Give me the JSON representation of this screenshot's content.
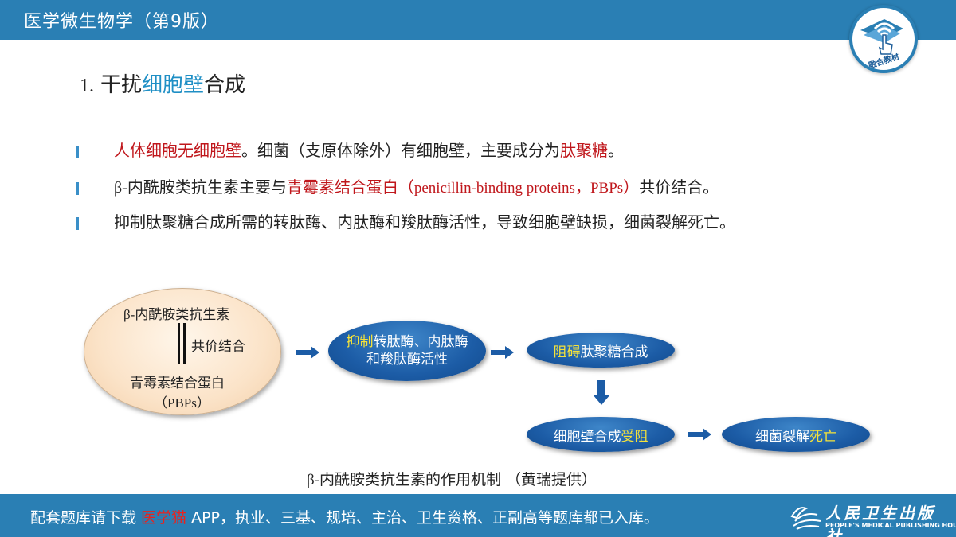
{
  "header": {
    "title": "医学微生物学（第9版）",
    "badge_label": "融合教材"
  },
  "section": {
    "number": "1.",
    "title_prefix": "干扰",
    "title_highlight": "细胞壁",
    "title_suffix": "合成"
  },
  "bullets": [
    {
      "part1_red": "人体细胞无细胞壁",
      "part2": "。细菌（支原体除外）有细胞壁，主要成分为",
      "part3_red": "肽聚糖",
      "part4": "。"
    },
    {
      "beta": "β-",
      "part1": "内酰胺类抗生素主要与",
      "part2_red": "青霉素结合蛋白（",
      "part3_red_serif": "penicillin-binding proteins，PBPs",
      "part4_red": "）",
      "part5": "共价结合。"
    },
    {
      "text": "抑制肽聚糖合成所需的转肽酶、内肽酶和羧肽酶活性，导致细胞壁缺损，细菌裂解死亡。"
    }
  ],
  "diagram": {
    "main_top_beta": "β-",
    "main_top": "内酰胺类抗生素",
    "main_bond": "共价结合",
    "main_bottom": "青霉素结合蛋白",
    "main_bottom2_open": "（",
    "main_bottom2": "PBPs",
    "main_bottom2_close": "）",
    "step1_yellow": "抑制",
    "step1_line1": "转肽酶、内肽酶",
    "step1_line2": "和羧肽酶活性",
    "step2_yellow": "阻碍",
    "step2_text": "肽聚糖合成",
    "step3_text": "细胞壁合成",
    "step3_yellow": "受阻",
    "step4_text": "细菌裂解",
    "step4_yellow": "死亡",
    "caption_beta": "β-",
    "caption": "内酰胺类抗生素的作用机制 （黄瑞提供）"
  },
  "footer": {
    "part1": "配套题库请下载 ",
    "part2_red": "医学猫",
    "part3": " APP，执业、三基、规培、主治、卫生资格、正副高等题库都已入库。",
    "publisher_name": "人民卫生出版社",
    "publisher_en": "PEOPLE'S MEDICAL PUBLISHING HOUSE"
  },
  "colors": {
    "bar": "#2a7fb4",
    "accent_red": "#c0171c",
    "highlight_blue": "#1f8fc5",
    "pill_blue": "#1c5ca6",
    "pill_yellow": "#f5e23a"
  }
}
